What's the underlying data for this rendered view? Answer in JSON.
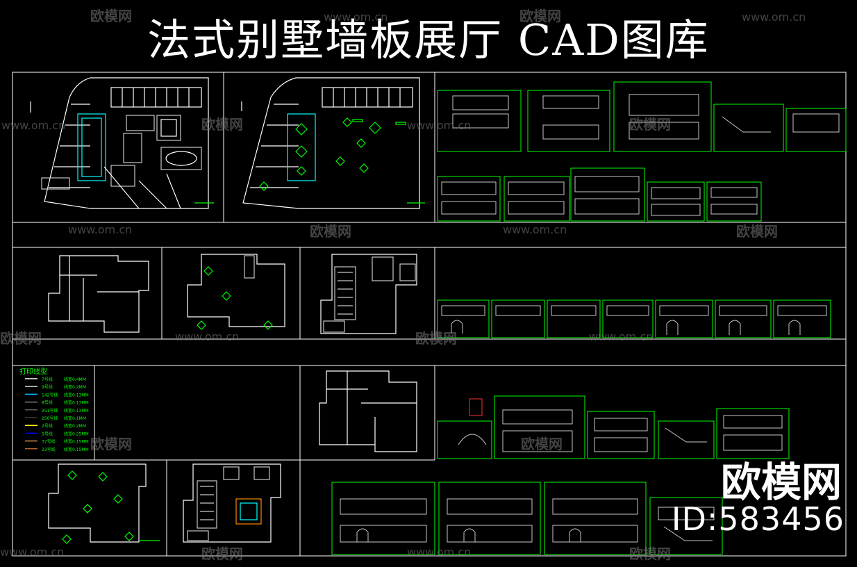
{
  "page": {
    "title": "法式别墅墙板展厅 CAD图库",
    "brand": "欧模网",
    "id_text": "ID:583456"
  },
  "watermarks": {
    "url": "www.om.cn",
    "logo": "欧模网"
  },
  "legend": {
    "title": "打印线型",
    "items": [
      {
        "name": "7号线",
        "width": "线宽0.4MM",
        "color": "#ffffff"
      },
      {
        "name": "9号线",
        "width": "线宽0.2MM",
        "color": "#c0c0c0"
      },
      {
        "name": "142号线",
        "width": "线宽0.13MM",
        "color": "#00bfff"
      },
      {
        "name": "8号线",
        "width": "线宽0.13MM",
        "color": "#808080"
      },
      {
        "name": "251号线",
        "width": "线宽0.13MM",
        "color": "#5a5a5a"
      },
      {
        "name": "250号线",
        "width": "线宽0.1MM",
        "color": "#3c3c3c"
      },
      {
        "name": "2号线",
        "width": "线宽0.2MM",
        "color": "#ffff00"
      },
      {
        "name": "5号线",
        "width": "线宽0.25MM",
        "color": "#0000ff"
      },
      {
        "name": "37号线",
        "width": "线宽0.15MM",
        "color": "#cc8844"
      },
      {
        "name": "23号线",
        "width": "线宽0.15MM",
        "color": "#b06030"
      }
    ]
  },
  "colors": {
    "background": "#000000",
    "frame": "#ffffff",
    "drawing": "#00ff00",
    "accent": "#00ffff",
    "wall": "#ffffff",
    "furniture": "#c8c8c8"
  }
}
